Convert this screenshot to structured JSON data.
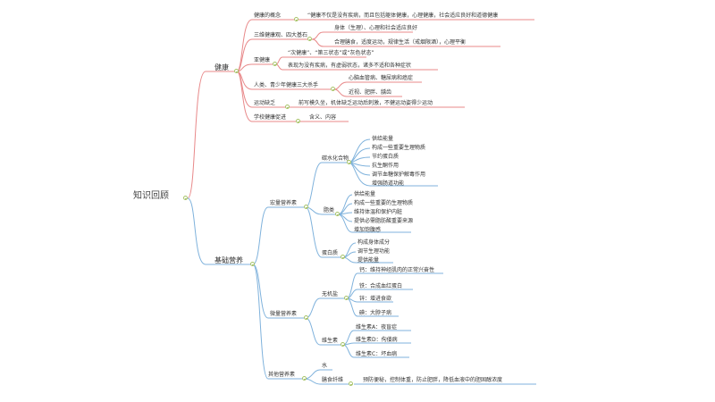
{
  "root": "知识回顾",
  "health": {
    "title": "健康",
    "concept_label": "健康的概念",
    "concept_text": "“健康不仅是没有疾病，而且包括躯体健康，心理健康，社会适应良好和道德健康",
    "four_label": "三维健康观、四大基石",
    "four_a": "身体（生理）、心理和社会适应良好",
    "four_b": "合理膳食，适度运动，规律生活（戒烟限酒），心理平衡",
    "sub_label": "亚健康",
    "sub_a": "“次健康”、“第三状态”或“灰色状态”",
    "sub_b": "表现为没有疾病，有虚弱状态，诸多不适和各种症状",
    "killer_label": "人类、青少年健康三大杀手",
    "killer_a": "心脑血管病、糖尿病和癌症",
    "killer_b": "近视、肥胖、龋齿",
    "exercise_label": "运动缺乏",
    "exercise_text": "前写模久坐，机体缺乏运动后刺激，不健运动姿得少运动",
    "school_label": "学校健康促进",
    "school_text": "含义、内容"
  },
  "nutrition": {
    "title": "基础营养",
    "energy_label": "宏量营养素",
    "carb_label": "碳水化合物",
    "carb_items": [
      "供给能量",
      "构成一些重要生理物质",
      "节约蛋白质",
      "抗生酮作用",
      "调节血糖保护解毒作用",
      "增强肠道功能"
    ],
    "fat_label": "脂类",
    "fat_items": [
      "供给能量",
      "构成一些重要的生理物质",
      "维持体温和保护内脏",
      "提供必需脂肪酸重要来源",
      "增加饱腹感"
    ],
    "protein_label": "蛋白质",
    "protein_items": [
      "构成身体成分",
      "调节生理功能",
      "提供能量"
    ],
    "micro_label": "微量营养素",
    "mineral_label": "无机盐",
    "mineral_items": [
      "钙：维持神经肌肉的正常兴奋性",
      "铁：合成血红蛋白",
      "锌：增进食欲",
      "碘：大脖子病"
    ],
    "vitamin_label": "维生素",
    "vitamin_items": [
      "维生素A：夜盲症",
      "维生素D：佝偻病",
      "维生素C：坏血病"
    ],
    "other_label": "其他营养素",
    "water_label": "水",
    "fiber_label": "膳食纤维",
    "fiber_text": "预防便秘，控制体重，防止肥胖，降低血液中的胆固醇浓度"
  },
  "colors": {
    "health_line": "#e8898a",
    "nutrition_line": "#7fb2dc",
    "toggle": "#a8c46a"
  }
}
